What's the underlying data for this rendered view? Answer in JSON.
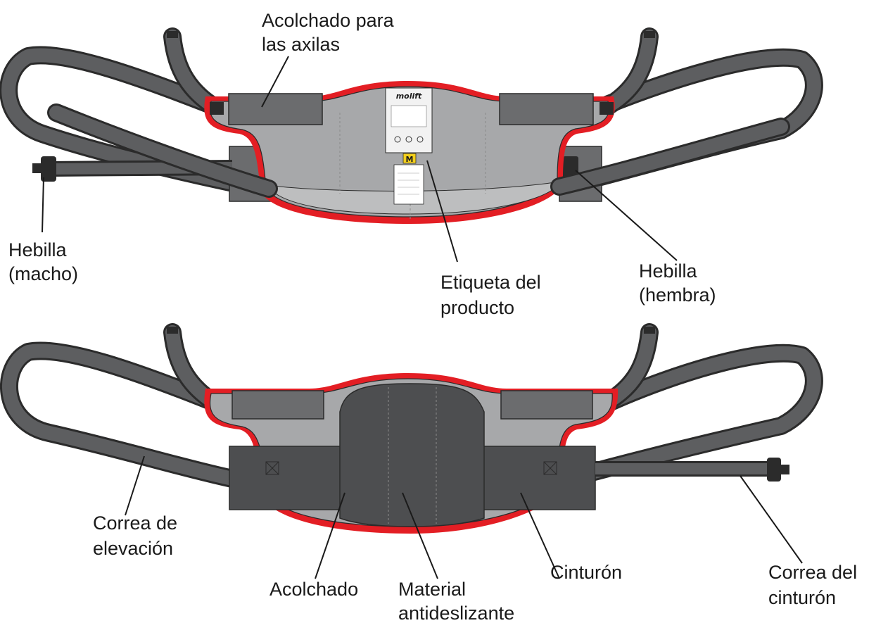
{
  "labels": {
    "armpit_padding": [
      "Acolchado para",
      "las axilas"
    ],
    "buckle_male": [
      "Hebilla",
      "(macho)"
    ],
    "product_label": [
      "Etiqueta del",
      "producto"
    ],
    "buckle_female": [
      "Hebilla",
      "(hembra)"
    ],
    "lifting_strap": [
      "Correa de",
      "elevación"
    ],
    "padding": "Acolchado",
    "antislip": [
      "Material",
      "antideslizante"
    ],
    "belt": "Cinturón",
    "belt_strap": [
      "Correa del",
      "cinturón"
    ]
  },
  "tag": {
    "brand": "molift",
    "size": "M"
  },
  "colors": {
    "edge": "#e31e24",
    "strap": "#2b2b2b",
    "body": "#a7a8aa",
    "pad": "#6b6c6e",
    "dark": "#4d4e50"
  }
}
